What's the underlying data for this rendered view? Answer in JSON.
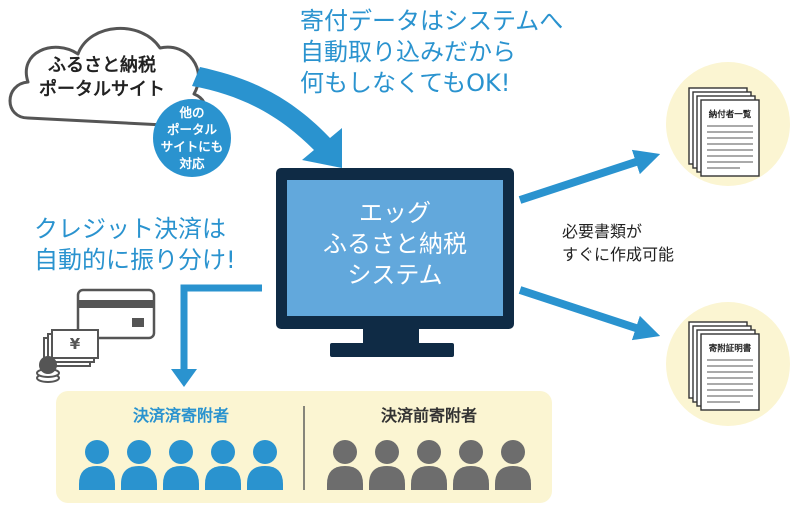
{
  "cloud": {
    "line1": "ふるさと納税",
    "line2": "ポータルサイト"
  },
  "bubble": {
    "line1": "他の",
    "line2": "ポータル",
    "line3": "サイトにも",
    "line4": "対応"
  },
  "import_message": {
    "line1": "寄付データはシステムへ",
    "line2": "自動取り込みだから",
    "line3": "何もしなくてもOK!"
  },
  "payment_message": {
    "line1": "クレジット決済は",
    "line2": "自動的に振り分け!"
  },
  "currency_symbol": "¥",
  "monitor": {
    "line1": "エッグ",
    "line2": "ふるさと納税",
    "line3": "システム"
  },
  "documents_message": {
    "line1": "必要書類が",
    "line2": "すぐに作成可能"
  },
  "documents": [
    {
      "title": "納付者一覧"
    },
    {
      "title": "寄附証明書"
    }
  ],
  "groups": {
    "paid": {
      "label": "決済済寄附者",
      "count": 5,
      "color": "#2a93cf"
    },
    "unpaid": {
      "label": "決済前寄附者",
      "count": 5,
      "color": "#6d6d6d"
    }
  },
  "colors": {
    "accent_blue": "#2a93cf",
    "screen_blue": "#62a8dc",
    "monitor_dark": "#0f2b45",
    "panel_cream": "#fbf5d2"
  }
}
